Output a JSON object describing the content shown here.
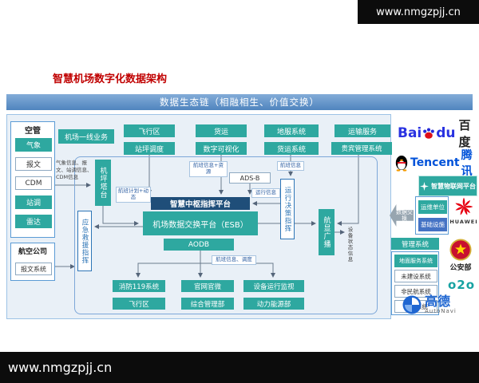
{
  "watermark": {
    "top": "www.nmgzpjj.cn",
    "bottom": "www.nmgzpjj.cn"
  },
  "title": "智慧机场数字化数据架构",
  "banner": "数据生态链（相融相生、价值交换）",
  "colors": {
    "teal": "#2EA8A0",
    "navy": "#1F4E79",
    "blue": "#4472C4",
    "title_red": "#C00000"
  },
  "atc": {
    "label": "空管",
    "items": [
      "气象",
      "报文",
      "CDM",
      "站调",
      "雷达"
    ]
  },
  "airline": {
    "label": "航空公司",
    "items": [
      "报文系统"
    ]
  },
  "atc_feed_note": "气象信息、报文、站调信息、CDM信息",
  "frontline": {
    "label": "机场一线业务",
    "row1": [
      "飞行区",
      "货运",
      "地服系统",
      "运输服务"
    ],
    "row2": [
      "站坪调度",
      "数字可视化",
      "货运系统",
      "贵宾管理系统"
    ]
  },
  "core": {
    "apron_tower": "机坪塔台",
    "adsb": "ADS-B",
    "hub": "智慧中枢指挥平台",
    "esb": "机场数据交换平台（ESB）",
    "aodb": "AODB",
    "emergency": "应急救援指挥",
    "ops_decision": "运行决策指挥",
    "fids": "航显广播"
  },
  "flow_notes": {
    "n1": "航班计划+动态",
    "n2": "航班信息+资源",
    "n3": "航班信息",
    "n4": "运行信息",
    "n5": "航班信息、调度",
    "n6": "设备状态信息"
  },
  "bottom": {
    "row1": [
      "消防119系统",
      "官网官微",
      "设备运行监视"
    ],
    "row2": [
      "飞行区",
      "综合管理部",
      "动力能源部"
    ]
  },
  "partners": {
    "baidu": {
      "latin_a": "Bai",
      "latin_b": "du",
      "cn": "百度"
    },
    "tencent": {
      "latin": "Tencent",
      "cn": "腾讯"
    },
    "iot_platform": "智慧物联网平台",
    "ops_unit": {
      "label": "运维单位",
      "item": "基础设施"
    },
    "data_exchange": "数据交换",
    "huawei": "HUAWEI",
    "mgmt": {
      "label": "管理系统",
      "items": [
        "地面服务系统",
        "未建设系统",
        "非民航系统",
        "外部系统"
      ]
    },
    "police": "公安部",
    "o2o": "o2o",
    "autonavi": {
      "cn": "高德",
      "latin": "AutoNavi"
    }
  }
}
